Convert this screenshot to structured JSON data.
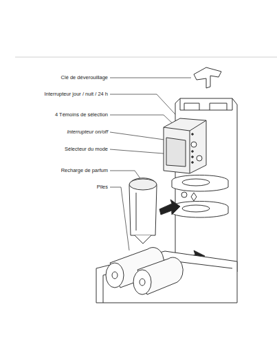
{
  "diagram": {
    "labels": [
      "Clé de déverouillage",
      "Interrupteur jour / nuit / 24 h",
      "4 Témoins de sélection",
      "Interrupteur on/off",
      "Sélecteur du mode",
      "Recharge de parfum",
      "Piles"
    ]
  }
}
